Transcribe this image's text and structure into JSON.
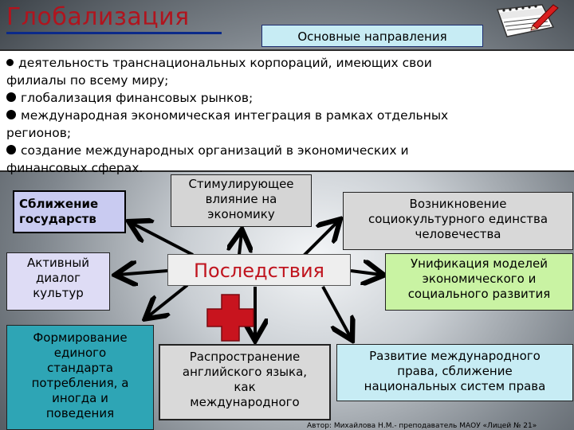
{
  "title": "Глобализация",
  "directions_label": "Основные направления",
  "bullets": [
    "деятельность транснациональных корпораций, имеющих свои",
    "филиалы по всему миру;",
    "глобализация финансовых рынков;",
    "международная экономическая интеграция в рамках отдельных",
    "регионов;",
    "создание международных организаций в экономических и",
    "финансовых сферах."
  ],
  "center_label": "Последствия",
  "boxes": {
    "rapprochement": [
      "Сближение",
      "государств"
    ],
    "stimulating": [
      "Стимулирующее",
      "влияние на",
      "экономику"
    ],
    "emergence": [
      "Возникновение",
      "социокультурного единства",
      "человечества"
    ],
    "dialogue": [
      "Активный",
      "диалог",
      "культур"
    ],
    "unification": [
      "Унификация моделей",
      "экономического и",
      "социального развития"
    ],
    "standard": [
      "Формирование",
      "единого",
      "стандарта",
      "потребления, а",
      "иногда и",
      "поведения"
    ],
    "english": [
      "Распространение",
      "английского языка,",
      "как",
      "международного"
    ],
    "law": [
      "Развитие международного",
      "права, сближение",
      "национальных систем права"
    ]
  },
  "author": "Автор: Михайлова Н.М.- преподаватель МАОУ «Лицей № 21»",
  "icons": [
    "notepad-pencil-icon",
    "red-cross-icon"
  ],
  "colors": {
    "title": "#b0141e",
    "center_text": "#c0141e",
    "rapprochement_bg": "#c9cbf1",
    "unification_bg": "#c9f3a3",
    "standard_bg": "#2ea5b5",
    "law_bg": "#c7ecf4"
  }
}
